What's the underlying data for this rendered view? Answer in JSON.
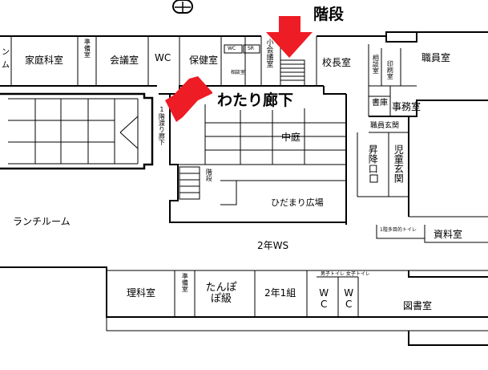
{
  "callouts": {
    "stairs": "階段",
    "corridor": "わたり廊下"
  },
  "rooms": {
    "kaji": "家庭科室",
    "kaigi": "会議室",
    "wc_upper": "WC",
    "hoken": "保健室",
    "koucho": "校長室",
    "shokuin": "職員室",
    "jimu": "事務室",
    "nakaniwa": "中庭",
    "hidamari": "ひだまり広場",
    "lunch": "ランチルーム",
    "ws2": "2年WS",
    "shiryou": "資料室",
    "rika": "理科室",
    "tanpopo": "たんぽぽ級",
    "nen2kumi": "2年1組",
    "wc_a": "WC",
    "wc_b": "WC",
    "tosho": "図書室",
    "shokoukou": "昇降口",
    "jidou": "児童玄関",
    "shokuin_genkan": "職員玄関",
    "kaidan_small": "階段",
    "watari_vertical": "1階渡り廊下",
    "shokai": "小会議室",
    "junbi_upper": "準備室",
    "junbi_lower": "準備室",
    "kosaku": "印刷室",
    "shoko": "書庫",
    "sozai": "相談室",
    "multi_wc": "1階多目的トイレ",
    "small_wc": "WC",
    "small_sr": "SR",
    "small_hoken_sub": "相談室",
    "edge_left_1": "ン",
    "edge_left_2": "ム",
    "tiny_upper": "男子トイレ 女子トイレ"
  }
}
